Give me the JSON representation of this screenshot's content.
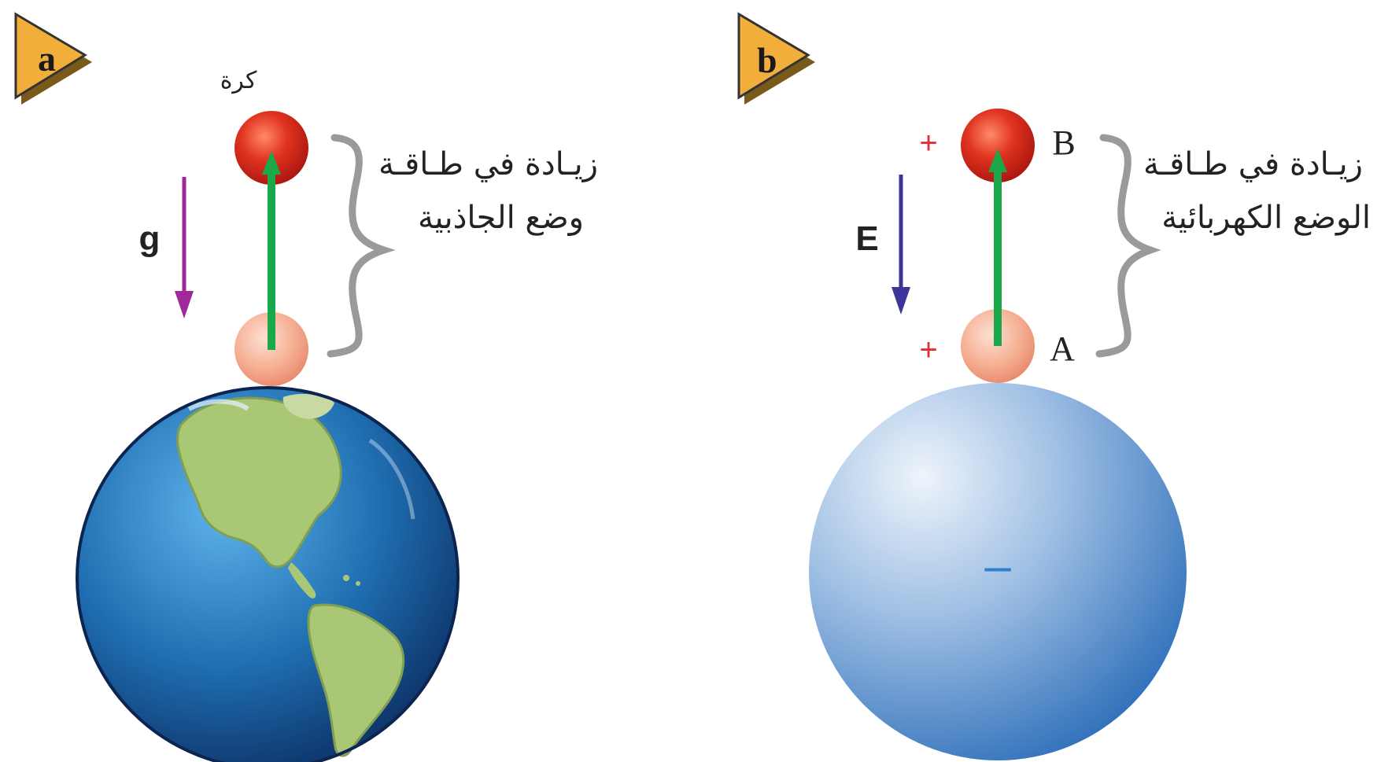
{
  "panels": [
    {
      "label": "a",
      "ball_label": "كرة",
      "field_symbol": "g",
      "brace_caption_line1": "زيـادة في طـاقـة",
      "brace_caption_line2": "وضع الجاذبية"
    },
    {
      "label": "b",
      "point_top": "B",
      "point_bottom": "A",
      "charge_top": "+",
      "charge_bottom": "+",
      "sphere_charge": "–",
      "field_symbol": "E",
      "brace_caption_line1": "زيـادة في طـاقـة",
      "brace_caption_line2": "الوضع الكهربائية"
    }
  ],
  "colors": {
    "badge": "#f2ae3a",
    "gravity_arrow": "#a0289a",
    "field_arrow": "#3d3597",
    "displacement_arrow": "#1aa84b",
    "charge_sign": "#e0303a",
    "sphere_minus": "#2f7fd0",
    "ball_high": "#c8221c",
    "ball_low": "#f2a98e"
  }
}
